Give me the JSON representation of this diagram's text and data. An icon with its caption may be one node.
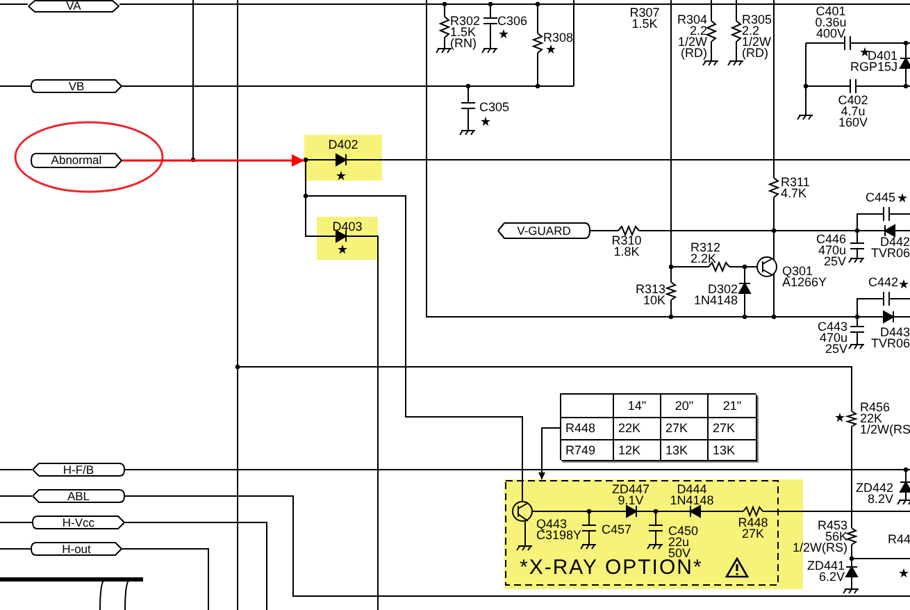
{
  "diagram": {
    "nodes": [
      {
        "text": [
          "VA"
        ]
      },
      {
        "text": [
          "VB"
        ]
      },
      {
        "text": [
          "Abnormal"
        ]
      },
      {
        "text": [
          "D402"
        ]
      },
      {
        "text": [
          "D403"
        ]
      },
      {
        "text": [
          "V-GUARD"
        ]
      },
      {
        "text": [
          "14\"",
          "20\"",
          "21\"",
          "R448",
          "22K",
          "27K",
          "27K",
          "R749",
          "12K",
          "13K",
          "13K"
        ]
      },
      {
        "text": [
          "H-F/B"
        ]
      },
      {
        "text": [
          "ABL"
        ]
      },
      {
        "text": [
          "H-Vcc"
        ]
      },
      {
        "text": [
          "H-out"
        ]
      },
      {
        "text": [
          "*X-RAY OPTION*"
        ]
      }
    ],
    "edges": [
      {
        "from": 2,
        "to": 3,
        "arrow": "to",
        "color": "#ff0000"
      },
      {
        "from": 3,
        "to": 4,
        "arrow": "none"
      },
      {
        "from": 3,
        "to": 11,
        "arrow": "none"
      },
      {
        "from": 6,
        "to": 11,
        "arrow": "to"
      }
    ],
    "labels": [
      "R307 1.5K",
      "C401 0.36u 400V",
      "R302 1.5K (RN)",
      "C306",
      "R308",
      "R304 2.2 1/2W (RD)",
      "R305 2.2 1/2W (RD)",
      "D401 RGP15J",
      "C305",
      "C402 4.7u 160V",
      "R311 4.7K",
      "C445",
      "R310 1.8K",
      "C446 470u 25V",
      "D442 TVR06",
      "R312 2.2K",
      "Q301 A1266Y",
      "C442",
      "R313 10K",
      "D302 1N4148",
      "C443 470u 25V",
      "D443 TVR06",
      "R456 22K 1/2W(RS",
      "ZD442 8.2V",
      "ZD447 9.1V",
      "D444 1N4148",
      "Q443 C3198Y",
      "C457",
      "C450 22u 50V",
      "R448 27K",
      "R453 56K 1/2W(RS)",
      "R44",
      "ZD441 6.2V"
    ]
  }
}
